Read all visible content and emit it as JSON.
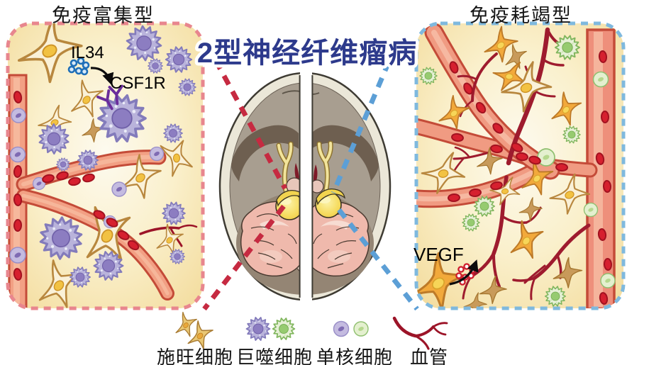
{
  "center": {
    "title": "2型神经纤维瘤病"
  },
  "left_panel": {
    "title": "免疫富集型",
    "labels": {
      "il34": "IL34",
      "csf1r": "CSF1R"
    }
  },
  "right_panel": {
    "title": "免疫耗竭型",
    "labels": {
      "vegf": "VEGF"
    }
  },
  "legend": {
    "items": [
      {
        "label": "施旺细胞",
        "icon": "schwann-cell-icon"
      },
      {
        "label": "巨噬细胞",
        "icon": "macrophage-icon"
      },
      {
        "label": "单核细胞",
        "icon": "monocyte-icon"
      },
      {
        "label": "血管",
        "icon": "blood-vessel-icon"
      }
    ]
  },
  "colors": {
    "title_blue": "#2d3a8c",
    "left_border": "#e8868e",
    "right_border": "#7fb9de",
    "red_callout": "#c62a41",
    "blue_callout": "#5c9fd6",
    "panel_background": "#f6dfa0",
    "macrophage_purple": "#b9b3db",
    "macrophage_green": "#96cb70",
    "monocyte_purple": "#c4bbe0",
    "monocyte_green": "#e4f0cf",
    "schwann_tan": "#e9c774",
    "vessel_salmon": "#f09b82",
    "vessel_dark_red": "#9e1b2e",
    "tumor_yellow": "#f3d75c",
    "il34_blue": "#1f6fb8",
    "vegf_red": "#ce1f2f"
  }
}
